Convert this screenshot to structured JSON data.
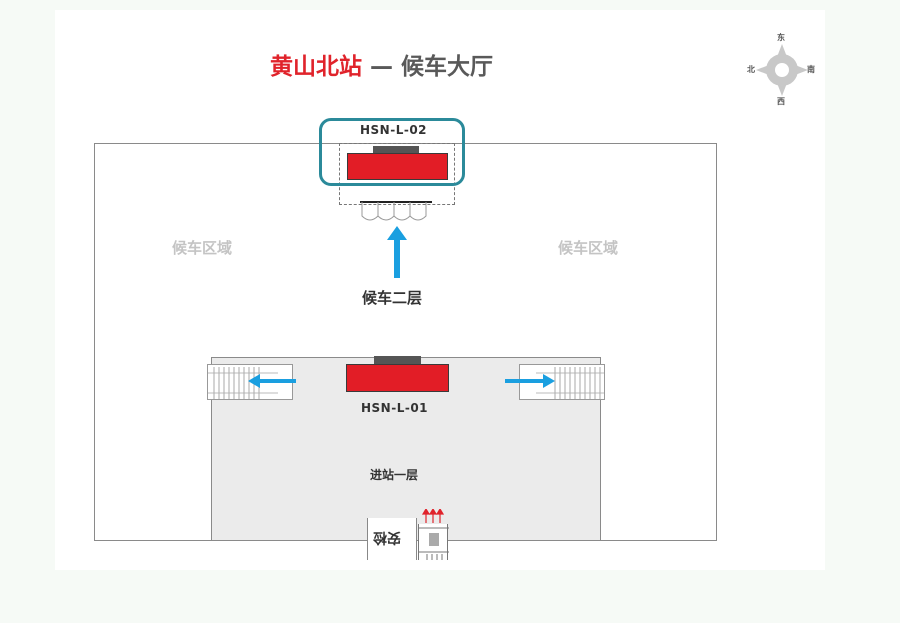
{
  "title": {
    "station": "黄山北站",
    "separator": "—",
    "hall": "候车大厅"
  },
  "compass": {
    "icon": "compass-icon",
    "north_top": "东",
    "left": "北",
    "right": "南",
    "bottom": "西"
  },
  "zones": {
    "waiting_left": "候车区域",
    "waiting_right": "候车区域"
  },
  "floors": {
    "second": "候车二层",
    "first": "进站一层"
  },
  "devices": {
    "upper": "HSN-L-02",
    "lower": "HSN-L-01"
  },
  "security": {
    "label": "安检"
  },
  "colors": {
    "station_red": "#e0232b",
    "screen_red": "#e21d26",
    "highlight_teal": "#2b8a9a",
    "arrow_blue": "#1a9fe0",
    "gate_arrow_red": "#e0232b"
  }
}
